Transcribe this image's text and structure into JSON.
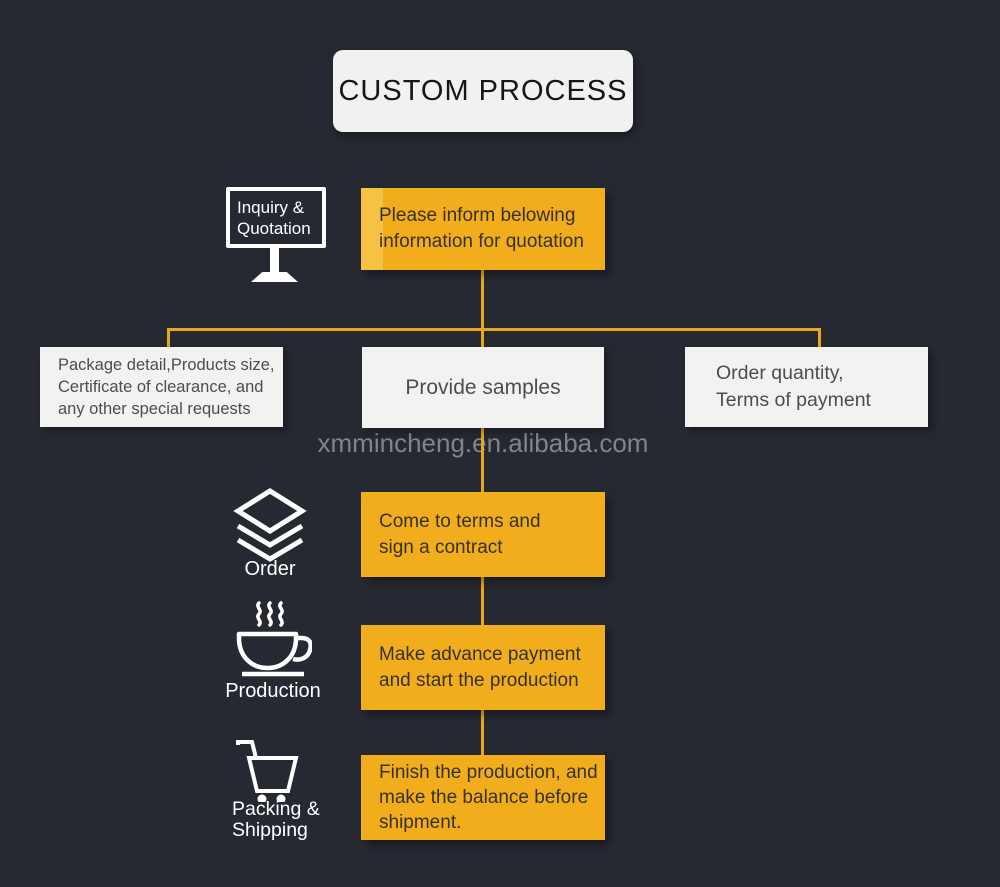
{
  "title": "CUSTOM PROCESS",
  "watermark": "xmmincheng.en.alibaba.com",
  "colors": {
    "background": "#272932",
    "accent_orange": "#F1AD1B",
    "accent_orange_light": "#F6C243",
    "connector": "#E9A81A",
    "light_box": "#F2F2F1",
    "dark_text": "#36322A",
    "light_text": "#FFFFFF",
    "watermark_gray": "#81848D"
  },
  "stages": {
    "inquiry": {
      "icon": "monitor-icon",
      "label": [
        "Inquiry &",
        "Quotation"
      ]
    },
    "order": {
      "icon": "layers-icon",
      "label": "Order"
    },
    "production": {
      "icon": "coffee-cup-icon",
      "label": "Production"
    },
    "packing": {
      "icon": "shopping-cart-icon",
      "label": [
        "Packing &",
        "Shipping"
      ]
    }
  },
  "steps": {
    "quotation": [
      "Please inform belowing",
      "information for quotation"
    ],
    "contract": [
      "Come to terms and",
      "sign a contract"
    ],
    "payment": [
      "Make advance payment",
      "and start the production"
    ],
    "shipment": [
      "Finish the production, and",
      "make the balance before",
      "shipment."
    ]
  },
  "requirements": {
    "left": [
      "Package detail,Products size,",
      "Certificate of clearance, and",
      "any other special requests"
    ],
    "middle": "Provide samples",
    "right": [
      "Order quantity,",
      "Terms of payment"
    ]
  }
}
